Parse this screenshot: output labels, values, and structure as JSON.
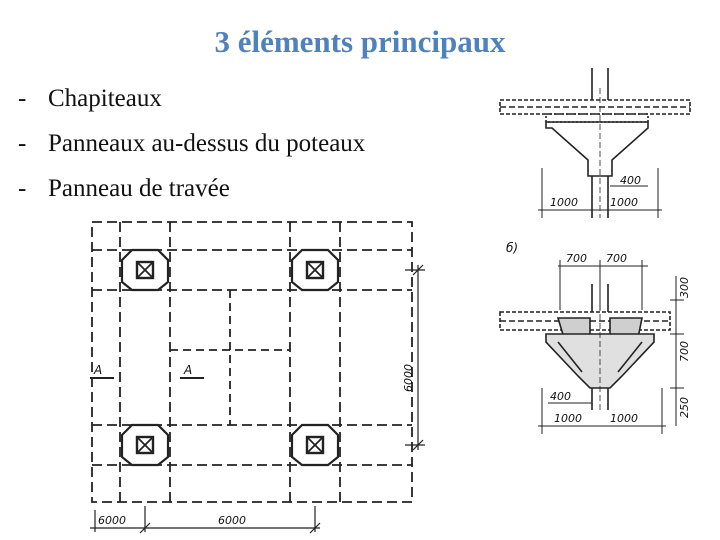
{
  "slide": {
    "title": "3 éléments principaux",
    "bullets": [
      {
        "marker": "-",
        "text": "Chapiteaux"
      },
      {
        "marker": "-",
        "text": "Panneaux au-dessus du poteaux"
      },
      {
        "marker": "-",
        "text": "Panneau de travée"
      }
    ]
  },
  "plan_drawing": {
    "dim_bottom_left": "6000",
    "dim_bottom_mid": "6000",
    "dim_right": "6000",
    "section_mark_left": "A",
    "section_mark_mid": "A"
  },
  "section_a": {
    "dim_bottom_left": "1000",
    "dim_bottom_right": "1000",
    "dim_column": "400"
  },
  "section_b": {
    "label": "б)",
    "dim_top_left": "700",
    "dim_top_right": "700",
    "dim_right_top": "300",
    "dim_right_mid": "700",
    "dim_right_bottom": "250",
    "dim_column": "400",
    "dim_bottom_left": "1000",
    "dim_bottom_right": "1000"
  }
}
